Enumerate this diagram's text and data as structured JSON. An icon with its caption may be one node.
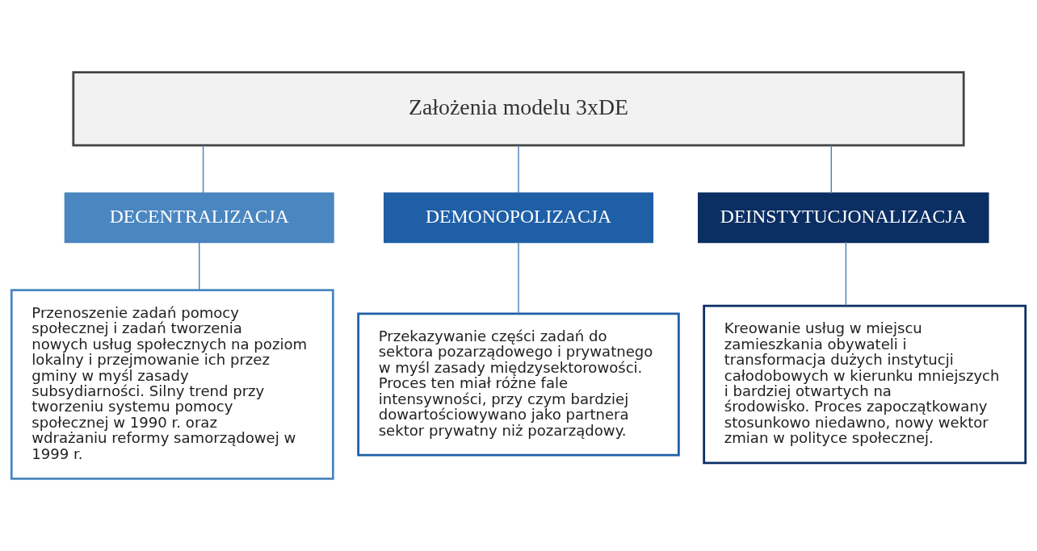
{
  "diagram": {
    "nodes": [
      {
        "text": [
          "Założenia modelu 3xDE"
        ]
      },
      {
        "text": [
          "DECENTRALIZACJA"
        ]
      },
      {
        "text": [
          "DEMONOPOLIZACJA"
        ]
      },
      {
        "text": [
          "DEINSTYTUCJONALIZACJA"
        ]
      },
      {
        "text": [
          "Przenoszenie zadań pomocy społecznej i zadań tworzenia nowych usług społecznych na poziom lokalny i przejmowanie ich przez gminy w myśl zasady subsydiarności. Silny trend przy tworzeniu systemu pomocy społecznej w 1990 r. oraz wdrażaniu reformy samorządowej w 1999 r."
        ]
      },
      {
        "text": [
          "Przekazywanie części zadań do sektora pozarządowego i prywatnego w myśl zasady międzysektorowości. Proces ten miał różne fale intensywności, przy czym bardziej dowartościowywano jako partnera sektor prywatny niż pozarządowy."
        ]
      },
      {
        "text": [
          "Kreowanie usług w miejscu zamieszkania obywateli i transformacja dużych instytucji całodobowych w kierunku mniejszych i bardziej otwartych na środowisko. Proces zapoczątkowany stosunkowo niedawno, nowy wektor zmian w polityce społecznej."
        ]
      }
    ],
    "edges": [
      {
        "from": 0,
        "to": 1,
        "arrow": "none"
      },
      {
        "from": 0,
        "to": 2,
        "arrow": "none"
      },
      {
        "from": 0,
        "to": 3,
        "arrow": "none"
      },
      {
        "from": 1,
        "to": 4,
        "arrow": "none"
      },
      {
        "from": 2,
        "to": 5,
        "arrow": "none"
      },
      {
        "from": 3,
        "to": 6,
        "arrow": "none"
      }
    ]
  }
}
